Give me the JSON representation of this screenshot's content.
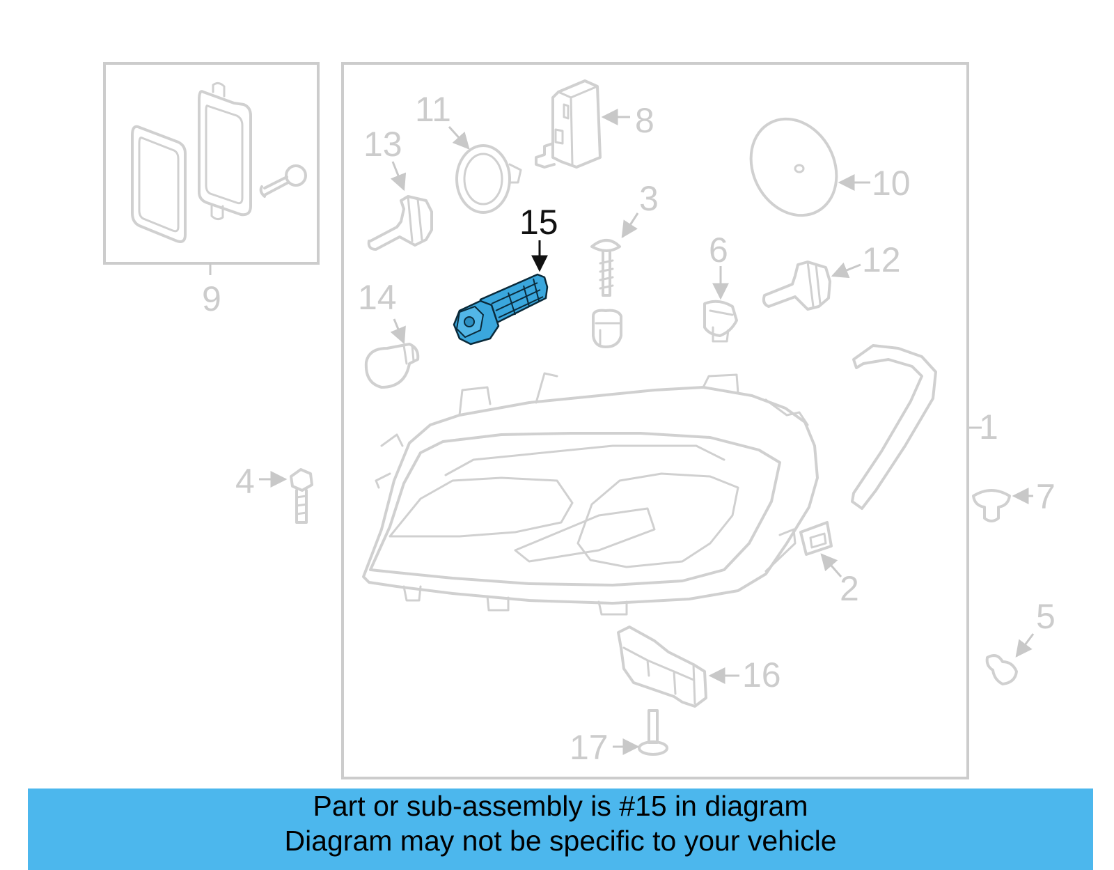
{
  "caption": {
    "line1": "Part or sub-assembly is #15 in diagram",
    "line2": "Diagram may not be specific to your vehicle",
    "background": "#4cb7ed"
  },
  "diagram": {
    "highlight_color": "#3aa7dd",
    "callouts": {
      "c1": "1",
      "c2": "2",
      "c3": "3",
      "c4": "4",
      "c5": "5",
      "c6": "6",
      "c7": "7",
      "c8": "8",
      "c9": "9",
      "c10": "10",
      "c11": "11",
      "c12": "12",
      "c13": "13",
      "c14": "14",
      "c15": "15",
      "c16": "16",
      "c17": "17"
    },
    "highlighted_part": "15"
  }
}
